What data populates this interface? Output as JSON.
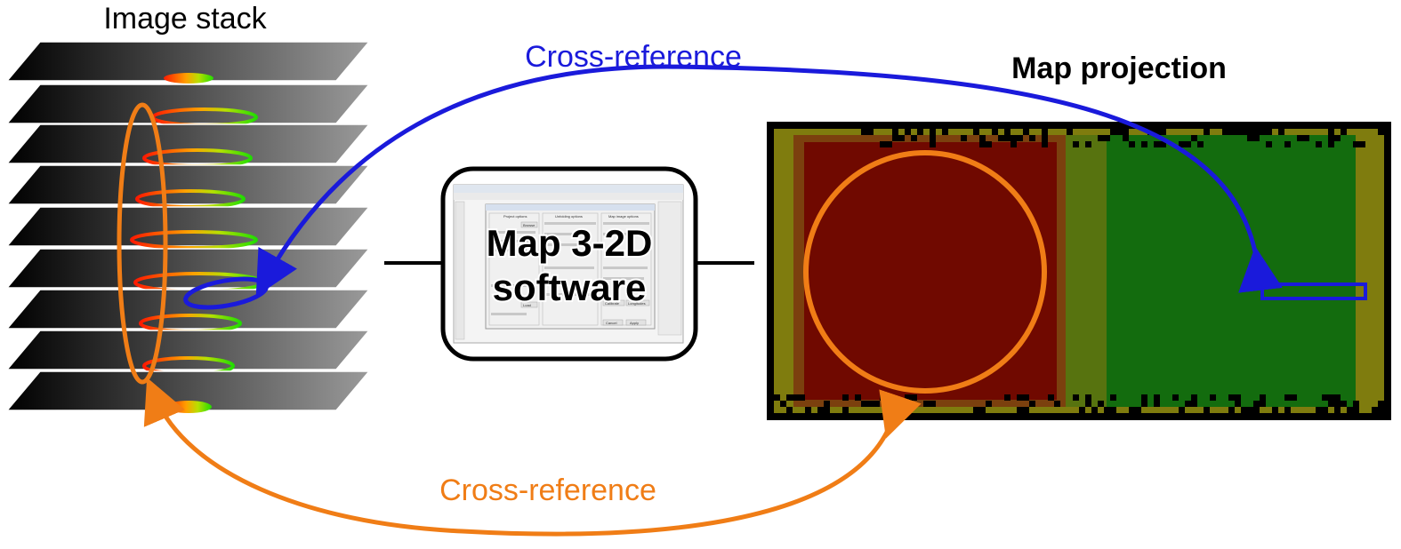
{
  "labels": {
    "image_stack": "Image stack",
    "map_projection": "Map projection",
    "cross_ref_top": "Cross-reference",
    "cross_ref_bottom": "Cross-reference",
    "software_line1": "Map 3-2D",
    "software_line2": "software"
  },
  "software_window": {
    "panels": [
      "Project options",
      "Unfolding options",
      "Map image options"
    ],
    "buttons": [
      "Browse",
      "Load",
      "Calibrate",
      "Longitudes",
      "Cancel",
      "Apply"
    ]
  },
  "colors": {
    "cross_ref_top": "#1a1adb",
    "cross_ref_bottom": "#f07d16",
    "map_background": "#000000",
    "map_red": "#cc1100",
    "map_green": "#22c41a",
    "map_yellow": "#e8e21a"
  }
}
